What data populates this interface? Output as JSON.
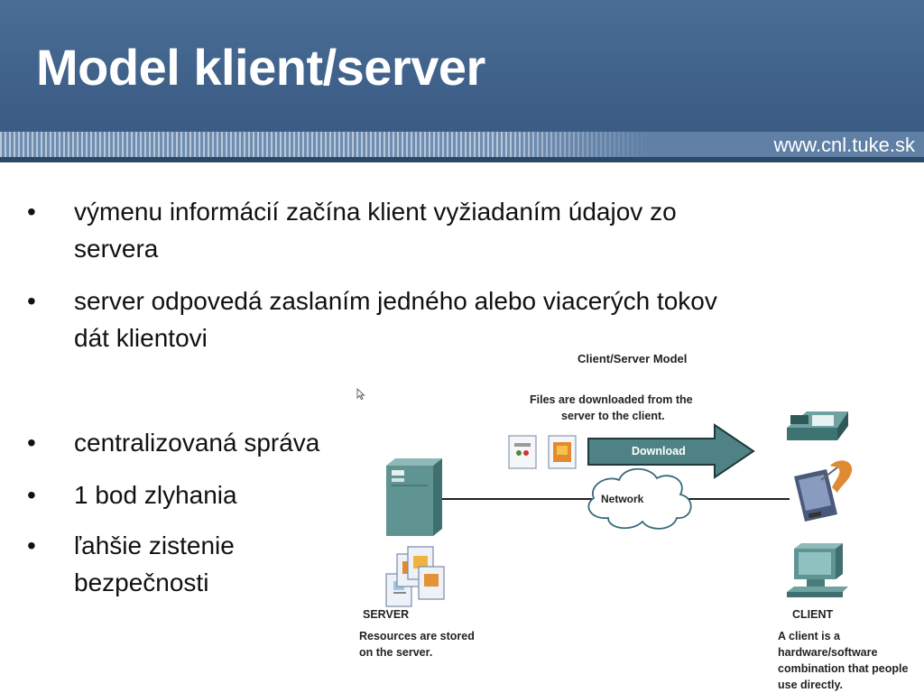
{
  "slide": {
    "title": "Model klient/server",
    "url": "www.cnl.tuke.sk"
  },
  "bullets": [
    {
      "lines": [
        "výmenu informácií začína klient vyžiadaním údajov zo",
        "servera"
      ]
    },
    {
      "lines": [
        "server odpovedá zaslaním jedného alebo viacerých tokov",
        "dát klientovi"
      ]
    },
    {
      "lines": [
        "centralizovaná správa"
      ]
    },
    {
      "lines": [
        "1 bod zlyhania"
      ]
    },
    {
      "lines": [
        "ľahšie zistenie",
        "bezpečnosti"
      ]
    }
  ],
  "diagram": {
    "title": "Client/Server Model",
    "files_caption_1": "Files are downloaded from the",
    "files_caption_2": "server to the client.",
    "download_label": "Download",
    "network_label": "Network",
    "server_label": "SERVER",
    "server_caption_1": "Resources are stored",
    "server_caption_2": "on the server.",
    "client_label": "CLIENT",
    "client_caption_1": "A client is a",
    "client_caption_2": "hardware/software",
    "client_caption_3": "combination that people",
    "client_caption_4": "use directly."
  },
  "icons": {
    "bullet": "•",
    "server": "server-tower-icon",
    "documents": "document-stack-icon",
    "phone": "ip-phone-icon",
    "pda": "pda-icon",
    "monitor": "monitor-icon",
    "cursor": "mouse-cursor-icon"
  },
  "colors": {
    "header": "#3e6089",
    "device_teal": "#5f9493",
    "arrow": "#4f8285"
  }
}
